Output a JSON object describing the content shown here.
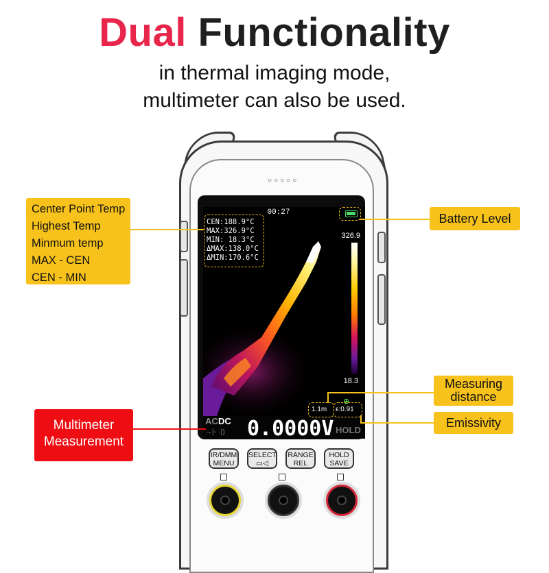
{
  "header": {
    "title_accent": "Dual",
    "title_rest": "Functionality",
    "subtitle_line1": "in thermal imaging mode,",
    "subtitle_line2": "multimeter can also be used."
  },
  "screen": {
    "clock": "00:27",
    "stats": [
      "CEN:188.9°C",
      "MAX:326.9°C",
      "MIN: 18.3°C",
      "ΔMAX:138.0°C",
      "ΔMIN:170.6°C"
    ],
    "scale_max": "326.9",
    "scale_min": "18.3",
    "distance": "1.1m",
    "emissivity": "ε:0.91",
    "mode_ac": "AC",
    "mode_dc": "DC",
    "reading": "0.0000V",
    "hold": "HOLD",
    "icons_text": "→|- ·))"
  },
  "buttons": [
    {
      "top": "IR/DMM",
      "bottom": "MENU"
    },
    {
      "top": "SELECT",
      "bottom": "▭◁"
    },
    {
      "top": "RANGE",
      "bottom": "REL"
    },
    {
      "top": "HOLD",
      "bottom": "SAVE"
    }
  ],
  "callouts": {
    "left_list": [
      "Center Point Temp",
      "Highest Temp",
      "Minmum temp",
      "MAX - CEN",
      "CEN - MIN"
    ],
    "battery": "Battery Level",
    "distance_line1": "Measuring",
    "distance_line2": "distance",
    "emissivity": "Emissivity",
    "multimeter_line1": "Multimeter",
    "multimeter_line2": "Measurement"
  },
  "colors": {
    "accent_red": "#e8264c",
    "callout_yellow": "#f7c21b",
    "callout_red": "#ee0d13"
  }
}
